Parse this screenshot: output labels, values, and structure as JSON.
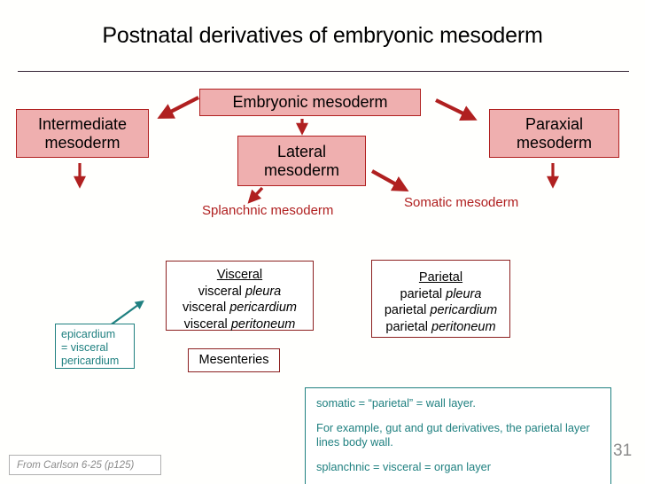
{
  "slide": {
    "title": "Postnatal derivatives of embryonic mesoderm",
    "page_number": "31",
    "citation": "From Carlson 6-25 (p125)"
  },
  "colors": {
    "box_fill_pink": "#efafaf",
    "box_border_red": "#b02020",
    "label_red": "#b02020",
    "teal": "#1f8080",
    "gray": "#8c8c8c",
    "text_black": "#000000",
    "divider": "#332233"
  },
  "diagram": {
    "boxes": {
      "embryonic": "Embryonic mesoderm",
      "intermediate": "Intermediate mesoderm",
      "paraxial": "Paraxial mesoderm",
      "lateral": "Lateral mesoderm",
      "mesenteries": "Mesenteries"
    },
    "labels": {
      "splanchnic": "Splanchnic mesoderm",
      "somatic": "Somatic mesoderm"
    },
    "visceral_box": {
      "heading": "Visceral",
      "lines": [
        {
          "prefix": "visceral ",
          "italic": "pleura"
        },
        {
          "prefix": "visceral ",
          "italic": "pericardium"
        },
        {
          "prefix": "visceral ",
          "italic": "peritoneum"
        }
      ]
    },
    "parietal_box": {
      "heading": "Parietal",
      "lines": [
        {
          "prefix": "parietal ",
          "italic": "pleura"
        },
        {
          "prefix": "parietal ",
          "italic": "pericardium"
        },
        {
          "prefix": "parietal ",
          "italic": "peritoneum"
        }
      ]
    },
    "epicardium_box": {
      "line1": "epicardium",
      "line2": "= visceral",
      "line3": "pericardium"
    },
    "info_box": {
      "para1": "somatic = “parietal” = wall layer.",
      "para2": "For example, gut and gut derivatives, the parietal layer  lines body wall.",
      "para3": "splanchnic = visceral = organ layer"
    }
  }
}
